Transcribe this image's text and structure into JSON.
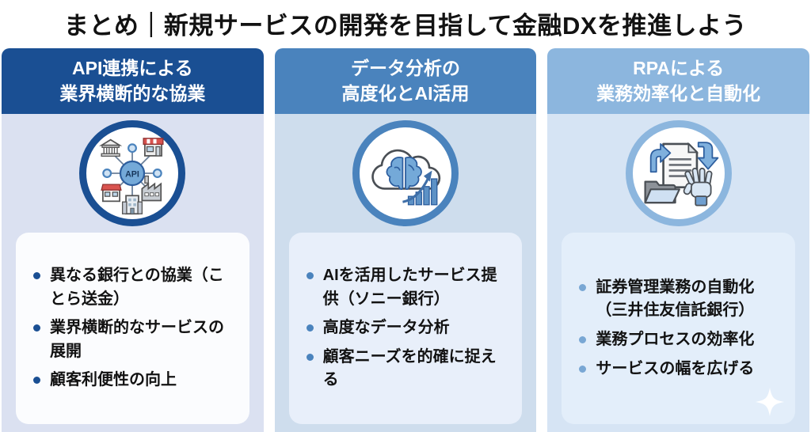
{
  "page": {
    "title": "まとめ｜新規サービスの開発を目指して金融DXを推進しよう"
  },
  "colors": {
    "accent1": "#1a4f93",
    "accent2": "#4a83bd",
    "accent3": "#8cb6de",
    "body1": "#dbe1f1",
    "body2": "#cedded",
    "body3": "#d6e4f4",
    "card1": "#fbfcfe",
    "card2": "#e8effa",
    "card3": "#e3eefa",
    "dot3": "#79a7d4",
    "text": "#121212"
  },
  "columns": [
    {
      "title_line1": "API連携による",
      "title_line2": "業界横断的な協業",
      "icon": "api-network-icon",
      "bullets": [
        "異なる銀行との協業（ことら送金）",
        "業界横断的なサービスの展開",
        "顧客利便性の向上"
      ]
    },
    {
      "title_line1": "データ分析の",
      "title_line2": "高度化とAI活用",
      "icon": "ai-brain-cloud-chart-icon",
      "bullets": [
        "AIを活用したサービス提供（ソニー銀行）",
        "高度なデータ分析",
        "顧客ニーズを的確に捉える"
      ]
    },
    {
      "title_line1": "RPAによる",
      "title_line2": "業務効率化と自動化",
      "icon": "rpa-document-robot-icon",
      "bullets": [
        "証券管理業務の自動化（三井住友信託銀行）",
        "業務プロセスの効率化",
        "サービスの幅を広げる"
      ]
    }
  ],
  "icons": {
    "api_hub_label": "API",
    "sparkle": "sparkle-icon"
  }
}
